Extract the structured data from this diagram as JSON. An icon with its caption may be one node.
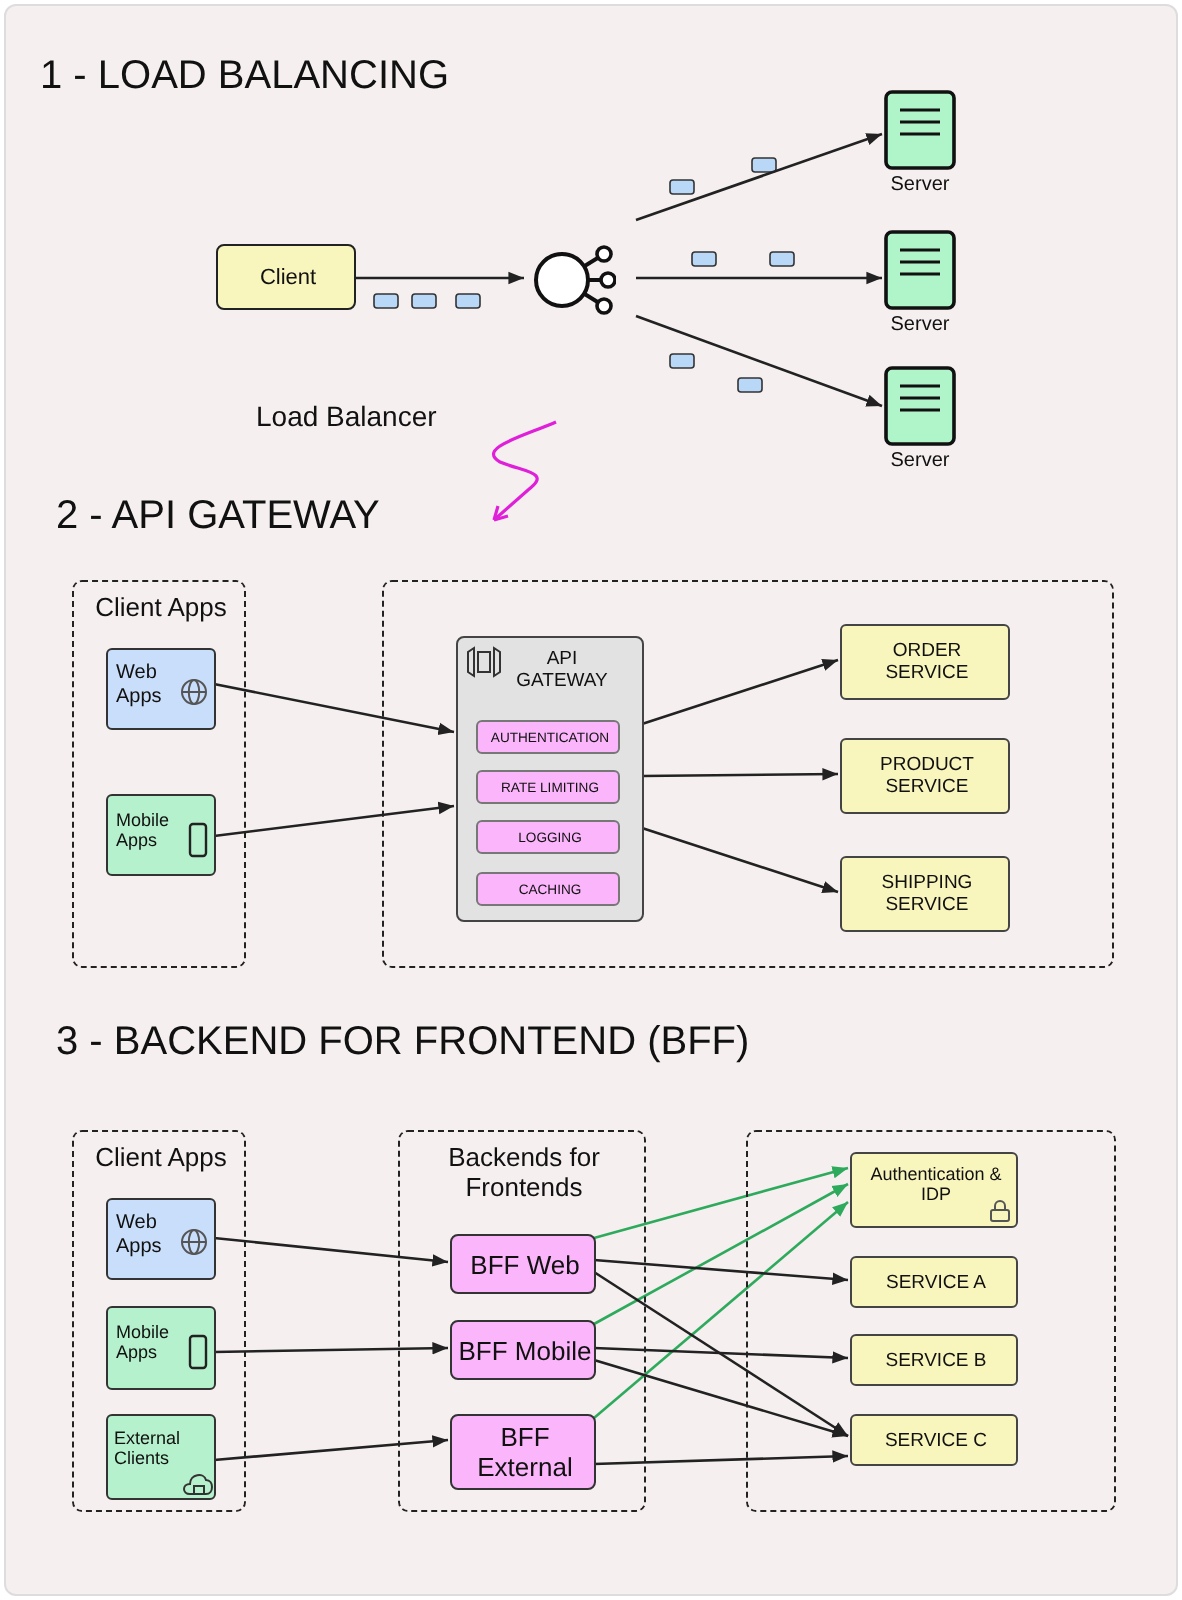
{
  "diagram": {
    "nodes": [
      {
        "text": [
          "Client"
        ]
      },
      {
        "text": [],
        "shape": "circle"
      },
      {
        "text": [
          "Server"
        ]
      },
      {
        "text": [
          "Server"
        ]
      },
      {
        "text": [
          "Server"
        ]
      },
      {
        "text": [
          "Client Apps"
        ]
      },
      {
        "text": [
          "Web Apps"
        ],
        "in": 5
      },
      {
        "text": [
          "Mobile Apps"
        ],
        "in": 5
      },
      {
        "text": [],
        "shape": "box"
      },
      {
        "text": [
          "API GATEWAY"
        ],
        "in": 8
      },
      {
        "text": [
          "AUTHENTICATION"
        ],
        "in": 9
      },
      {
        "text": [
          "RATE LIMITING"
        ],
        "in": 9
      },
      {
        "text": [
          "LOGGING"
        ],
        "in": 9
      },
      {
        "text": [
          "CACHING"
        ],
        "in": 9
      },
      {
        "text": [
          "ORDER SERVICE"
        ],
        "in": 8
      },
      {
        "text": [
          "PRODUCT SERVICE"
        ],
        "in": 8
      },
      {
        "text": [
          "SHIPPING SERVICE"
        ],
        "in": 8
      },
      {
        "text": [
          "Client Apps"
        ]
      },
      {
        "text": [
          "Web Apps"
        ],
        "in": 17
      },
      {
        "text": [
          "Mobile Apps"
        ],
        "in": 17
      },
      {
        "text": [
          "External Clients"
        ],
        "in": 17
      },
      {
        "text": [
          "Backends for Frontends"
        ]
      },
      {
        "text": [
          "BFF Web"
        ],
        "in": 21
      },
      {
        "text": [
          "BFF Mobile"
        ],
        "in": 21
      },
      {
        "text": [
          "BFF External"
        ],
        "in": 21
      },
      {
        "text": [],
        "shape": "box"
      },
      {
        "text": [
          "Authentication & IDP"
        ],
        "in": 25
      },
      {
        "text": [
          "SERVICE A"
        ],
        "in": 25
      },
      {
        "text": [
          "SERVICE B"
        ],
        "in": 25
      },
      {
        "text": [
          "SERVICE C"
        ],
        "in": 25
      }
    ],
    "edges": [
      {
        "from": 0,
        "to": 1,
        "arrow": "to"
      },
      {
        "from": 1,
        "to": 2,
        "arrow": "to"
      },
      {
        "from": 1,
        "to": 3,
        "arrow": "to"
      },
      {
        "from": 1,
        "to": 4,
        "arrow": "to"
      },
      {
        "from": 6,
        "to": 9,
        "arrow": "to"
      },
      {
        "from": 7,
        "to": 9,
        "arrow": "to"
      },
      {
        "from": 9,
        "to": 14,
        "arrow": "to"
      },
      {
        "from": 9,
        "to": 15,
        "arrow": "to"
      },
      {
        "from": 9,
        "to": 16,
        "arrow": "to"
      },
      {
        "from": 18,
        "to": 22,
        "arrow": "to"
      },
      {
        "from": 19,
        "to": 23,
        "arrow": "to"
      },
      {
        "from": 20,
        "to": 24,
        "arrow": "to"
      },
      {
        "from": 22,
        "to": 26,
        "arrow": "to",
        "color": "#2eaa5c"
      },
      {
        "from": 23,
        "to": 26,
        "arrow": "to",
        "color": "#2eaa5c"
      },
      {
        "from": 24,
        "to": 26,
        "arrow": "to",
        "color": "#2eaa5c"
      },
      {
        "from": 22,
        "to": 27,
        "arrow": "to"
      },
      {
        "from": 22,
        "to": 29,
        "arrow": "to"
      },
      {
        "from": 23,
        "to": 28,
        "arrow": "to"
      },
      {
        "from": 23,
        "to": 29,
        "arrow": "to"
      },
      {
        "from": 24,
        "to": 29,
        "arrow": "to"
      }
    ],
    "labels": [
      "1 - LOAD BALANCING",
      "Load Balancer",
      "2 - API GATEWAY",
      "3 - BACKEND FOR FRONTEND (BFF)"
    ]
  }
}
